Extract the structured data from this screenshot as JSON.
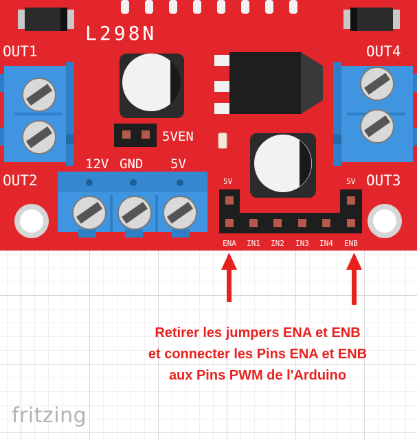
{
  "board": {
    "name": "L298N",
    "labels": {
      "out1": "OUT1",
      "out2": "OUT2",
      "out3": "OUT3",
      "out4": "OUT4",
      "v12": "12V",
      "gnd": "GND",
      "v5": "5V",
      "five_ven": "5VEN",
      "jumper_ena_5v": "5V",
      "jumper_enb_5v": "5V"
    },
    "pins": [
      "ENA",
      "IN1",
      "IN2",
      "IN3",
      "IN4",
      "ENB"
    ]
  },
  "caption": {
    "line1": "Retirer les jumpers ENA et ENB",
    "line2": "et connecter les Pins ENA et ENB",
    "line3": "aux Pins PWM de l'Arduino"
  },
  "logo": "fritzing",
  "colors": {
    "board": "#e3262b",
    "terminal": "#3f95e0",
    "annotation": "#e8211e",
    "grid": "#d9d9d9"
  }
}
